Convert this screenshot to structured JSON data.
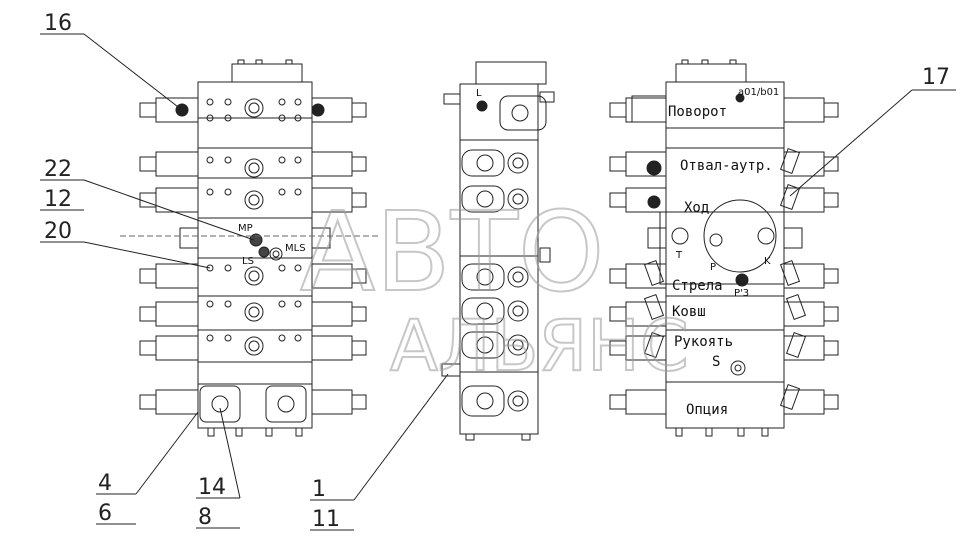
{
  "callouts": {
    "c16": "16",
    "c22": "22",
    "c12": "12",
    "c20": "20",
    "c4": "4",
    "c6": "6",
    "c14": "14",
    "c8": "8",
    "c1": "1",
    "c11": "11",
    "c17": "17"
  },
  "ports_left": {
    "mp": "MP",
    "ls": "LS",
    "mls": "MLS"
  },
  "port_side": {
    "l": "L"
  },
  "right_view": {
    "code": "a01/b01",
    "povorot": "Поворот",
    "otval": "Отвал-аутр.",
    "khod": "Ход",
    "t": "T",
    "p": "P",
    "k": "K",
    "strela": "Стрела",
    "p3": "P'3",
    "kovsh": "Ковш",
    "rukoyat": "Рукоять",
    "s": "S",
    "opciya": "Опция"
  },
  "watermark": {
    "line1": "АВТО",
    "line2": "АЛЬЯНС"
  }
}
